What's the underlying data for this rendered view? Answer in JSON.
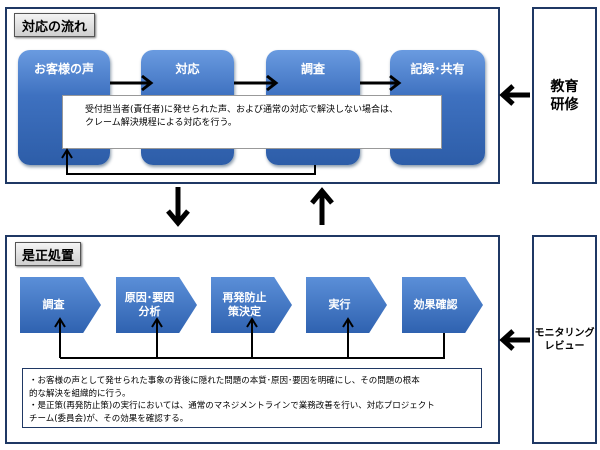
{
  "flow": {
    "title": "対応の流れ",
    "steps": [
      "お客様の声",
      "対応",
      "調査",
      "記録･共有"
    ],
    "note_line1": "受付担当者(責任者)に発せられた声、および通常の対応で解決しない場合は、",
    "note_line2": "クレーム解決規程による対応を行う。"
  },
  "training": {
    "line1": "教育",
    "line2": "研修"
  },
  "corrective": {
    "title": "是正処置",
    "steps": [
      {
        "l1": "調査",
        "l2": ""
      },
      {
        "l1": "原因･要因",
        "l2": "分析"
      },
      {
        "l1": "再発防止",
        "l2": "策決定"
      },
      {
        "l1": "実行",
        "l2": ""
      },
      {
        "l1": "効果確認",
        "l2": ""
      }
    ],
    "note_line1": "・お客様の声として発せられた事象の背後に隠れた問題の本質･原因･要因を明確にし、その問題の根本",
    "note_line2": "的な解決を組織的に行う。",
    "note_line3": "・是正策(再発防止策)の実行においては、通常のマネジメントラインで業務改善を行い、対応プロジェクト",
    "note_line4": "チーム(委員会)が、その効果を確認する。"
  },
  "monitoring": {
    "line1": "モニタリング",
    "line2": "レビュー"
  }
}
